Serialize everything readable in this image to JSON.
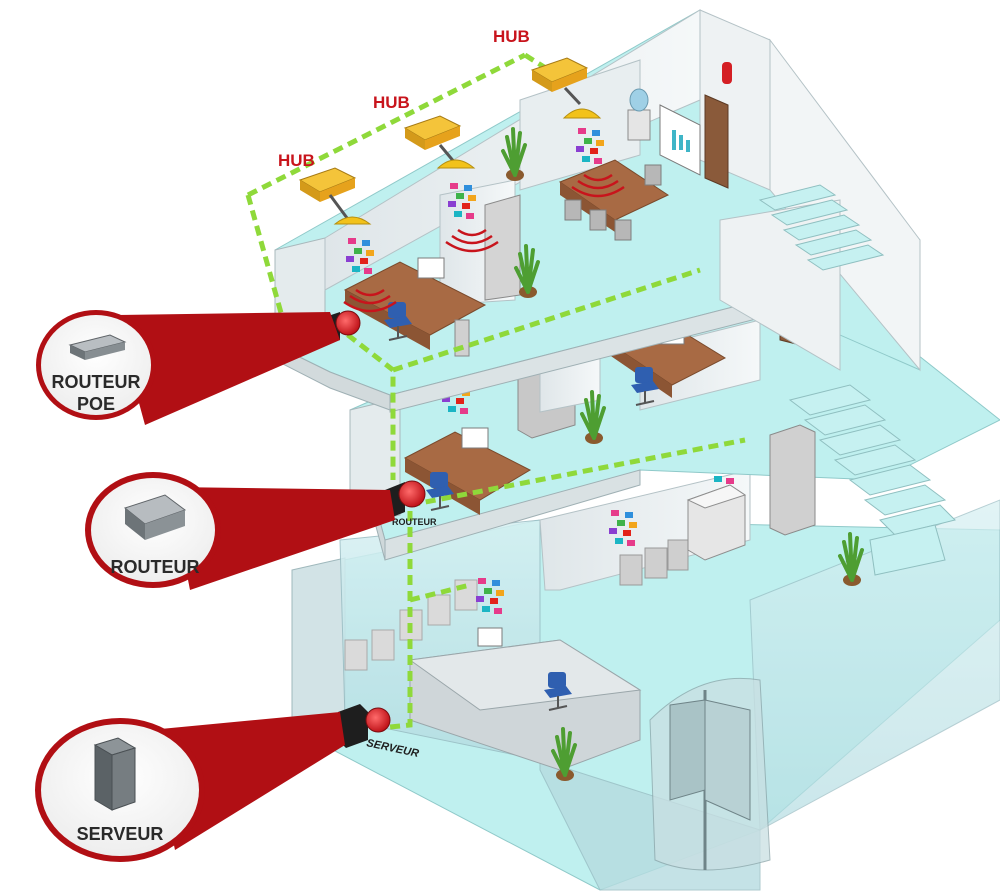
{
  "labels": {
    "hub_1": "HUB",
    "hub_2": "HUB",
    "hub_3": "HUB",
    "routeur_poe": "ROUTEUR POE",
    "routeur": "ROUTEUR",
    "serveur": "SERVEUR",
    "routeur_device": "ROUTEUR",
    "serveur_device": "SERVEUR"
  },
  "colors": {
    "network_line": "#8fd93a",
    "callout_red": "#b10f14",
    "hub_text": "#c8141c",
    "floor": "#bff0ef",
    "wall": "#e9eef0",
    "glass": "#c8e9ec",
    "desk": "#a86a44",
    "chair": "#2f5fb0",
    "plant": "#4e9e32",
    "lamp": "#f2c21b",
    "access_point": "#e6a21c"
  },
  "icons": [
    "hub-access-point-icon",
    "ceiling-lamp-icon",
    "wifi-waves-icon",
    "router-poe-icon",
    "router-icon",
    "server-tower-icon",
    "desk-icon",
    "office-chair-icon",
    "plant-icon",
    "printer-icon",
    "stairs-icon",
    "revolving-door-icon",
    "water-cooler-icon",
    "fire-extinguisher-icon",
    "door-icon",
    "filing-cabinet-icon",
    "flipchart-icon"
  ]
}
